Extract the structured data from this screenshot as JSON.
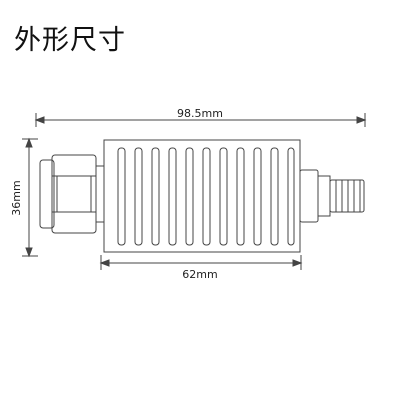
{
  "title": "外形尺寸",
  "dimensions": {
    "overall_length": "98.5mm",
    "body_length": "62mm",
    "height": "36mm"
  }
}
